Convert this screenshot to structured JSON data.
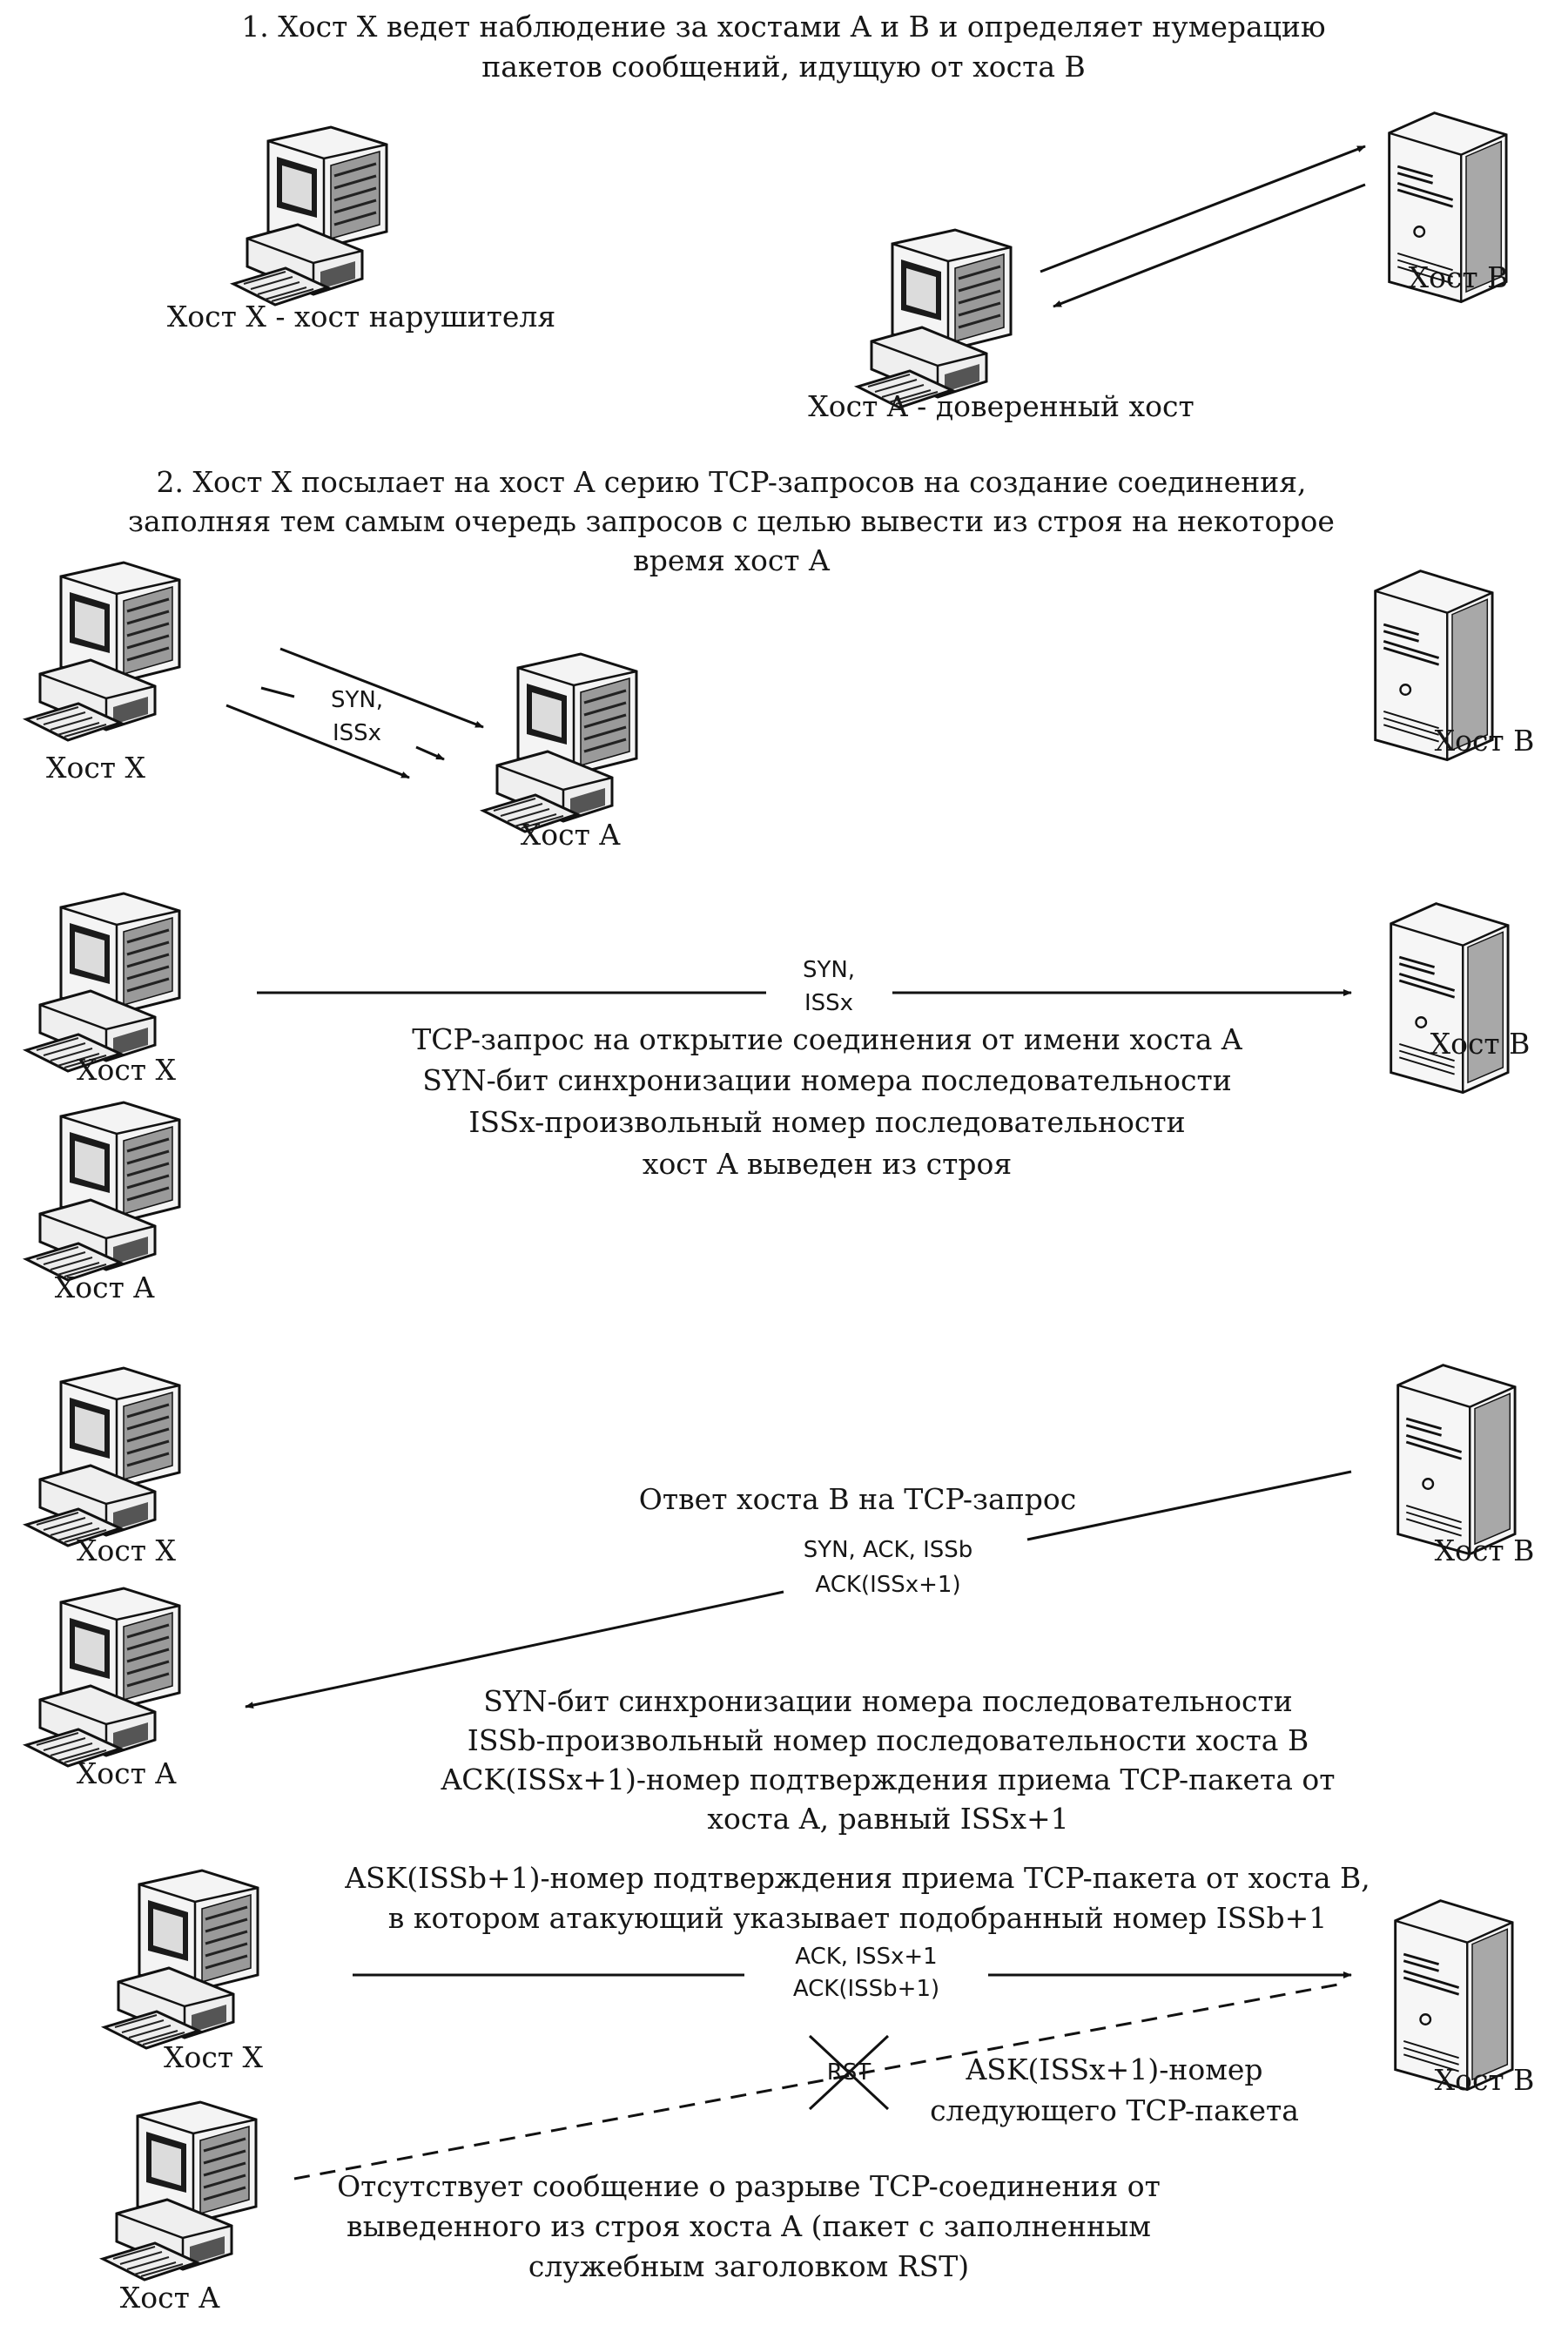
{
  "steps": {
    "s1": {
      "line1": "1. Хост X ведет наблюдение за хостами A и B и определяет нумерацию",
      "line2": "пакетов сообщений, идущую от хоста B"
    },
    "s2": {
      "line1": "2. Хост X посылает на хост A серию TCP-запросов на создание соединения,",
      "line2": "заполняя тем самым очередь запросов с целью вывести из строя на некоторое",
      "line3": "время хост A"
    }
  },
  "hosts": {
    "x_attacker": "Хост X - хост нарушителя",
    "a_trusted": "Хост A - доверенный хост",
    "b": "Хост B",
    "x": "Хост X",
    "a": "Хост A"
  },
  "packets": {
    "syn": "SYN,",
    "issx": "ISSx",
    "syn_ack": "SYN, ACK, ISSb",
    "ack_issx": "ACK(ISSx+1)",
    "ack_issx_pkt": "ACK, ISSx+1",
    "ack_issb": "ACK(ISSb+1)",
    "rst": "RST"
  },
  "notes": {
    "request": [
      "TCP-запрос на открытие соединения от имени хоста A",
      "SYN-бит синхронизации номера последовательности",
      "ISSx-произвольный номер последовательности",
      "хост A выведен из строя"
    ],
    "response_title": "Ответ хоста B на TCP-запрос",
    "response": [
      "SYN-бит синхронизации номера последовательности",
      "ISSb-произвольный номер последовательности хоста B",
      "ACK(ISSx+1)-номер подтверждения приема TCP-пакета от",
      "хоста A, равный ISSx+1"
    ],
    "ask_issb": [
      "ASK(ISSb+1)-номер подтверждения приема TCP-пакета от хоста B,",
      "в котором атакующий указывает подобранный номер ISSb+1"
    ],
    "ask_issx": [
      "ASK(ISSx+1)-номер",
      "следующего TCP-пакета"
    ],
    "no_rst": [
      "Отсутствует сообщение о разрыве TCP-соединения от",
      "выведенного из строя хоста A (пакет с заполненным",
      "служебным заголовком RST)"
    ]
  }
}
